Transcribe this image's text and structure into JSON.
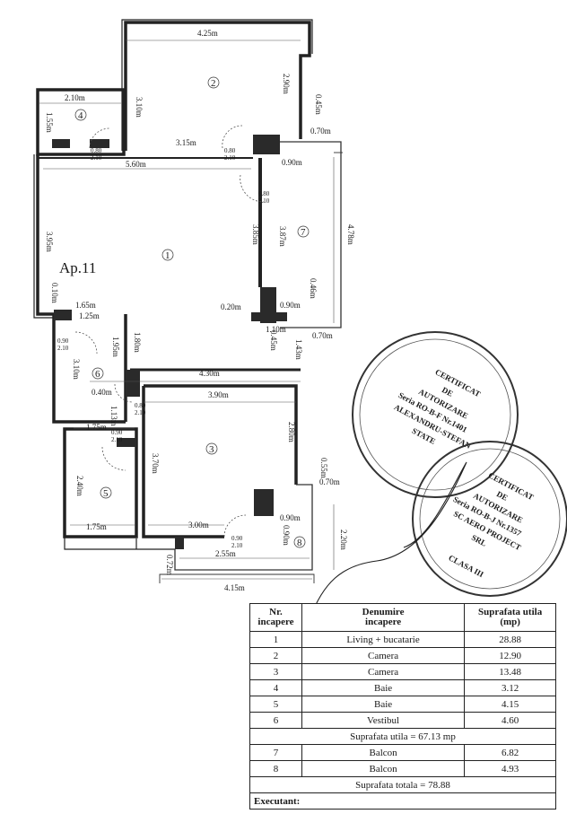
{
  "apartment_label": "Ap.11",
  "dimensions": {
    "d_425": "4.25m",
    "d_310": "3.10m",
    "d_290": "2.90m",
    "d_045a": "0.45m",
    "d_210": "2.10m",
    "d_155": "1.55m",
    "d_070a": "0.70m",
    "d_315": "3.15m",
    "d_090a": "0.90m",
    "d_560": "5.60m",
    "d_478": "4.78m",
    "d_385": "3.85m",
    "d_387": "3.87m",
    "d_395": "3.95m",
    "d_010": "0.10m",
    "d_046": "0.46m",
    "d_165": "1.65m",
    "d_125": "1.25m",
    "d_020": "0.20m",
    "d_090b": "0.90m",
    "d_110": "1.10m",
    "d_045b": "0.45m",
    "d_070b": "0.70m",
    "d_195": "1.95m",
    "d_180": "1.80m",
    "d_310b": "3.10m",
    "d_143": "1.43m",
    "d_430": "4.30m",
    "d_040": "0.40m",
    "d_390": "3.90m",
    "d_175a": "1.75m",
    "d_113": "1.13m",
    "d_280": "2.80m",
    "d_370": "3.70m",
    "d_055": "0.55m",
    "d_070c": "0.70m",
    "d_240": "2.40m",
    "d_175b": "1.75m",
    "d_300": "3.00m",
    "d_090c": "0.90m",
    "d_090d": "0.90m",
    "d_220": "2.20m",
    "d_255": "2.55m",
    "d_072": "0.72m",
    "d_415": "4.15m"
  },
  "doors": {
    "door_4": "0.80\n2.10",
    "door_2": "0.80\n2.10",
    "door_7": "0.80\n2.10",
    "door_entry": "0.90\n2.10",
    "door_6": "0.90\n2.10",
    "door_5": "0.80\n2.10",
    "door_8": "0.90\n2.10"
  },
  "room_numbers": {
    "r1": "1",
    "r2": "2",
    "r3": "3",
    "r4": "4",
    "r5": "5",
    "r6": "6",
    "r7": "7",
    "r8": "8"
  },
  "stamps": [
    {
      "lines": [
        "CERTIFICAT",
        "DE",
        "AUTORIZARE",
        "Seria RO-B-F Nr.1401",
        "ALEXANDRU-STEFAN",
        "STATE"
      ]
    },
    {
      "lines": [
        "CERTIFICAT",
        "DE",
        "AUTORIZARE",
        "Seria RO-B-J Nr.1357",
        "SC AERO PROJECT",
        "SRL",
        "CLASA III"
      ]
    }
  ],
  "table": {
    "headers": {
      "nr": "Nr.\nincapere",
      "name": "Denumire\nincapere",
      "area": "Suprafata utila\n(mp)"
    },
    "rows": [
      {
        "nr": "1",
        "name": "Living + bucatarie",
        "area": "28.88"
      },
      {
        "nr": "2",
        "name": "Camera",
        "area": "12.90"
      },
      {
        "nr": "3",
        "name": "Camera",
        "area": "13.48"
      },
      {
        "nr": "4",
        "name": "Baie",
        "area": "3.12"
      },
      {
        "nr": "5",
        "name": "Baie",
        "area": "4.15"
      },
      {
        "nr": "6",
        "name": "Vestibul",
        "area": "4.60"
      }
    ],
    "subtotal": "Suprafata utila = 67.13 mp",
    "balcony_rows": [
      {
        "nr": "7",
        "name": "Balcon",
        "area": "6.82"
      },
      {
        "nr": "8",
        "name": "Balcon",
        "area": "4.93"
      }
    ],
    "total": "Suprafata totala = 78.88",
    "executant_label": "Executant:"
  }
}
